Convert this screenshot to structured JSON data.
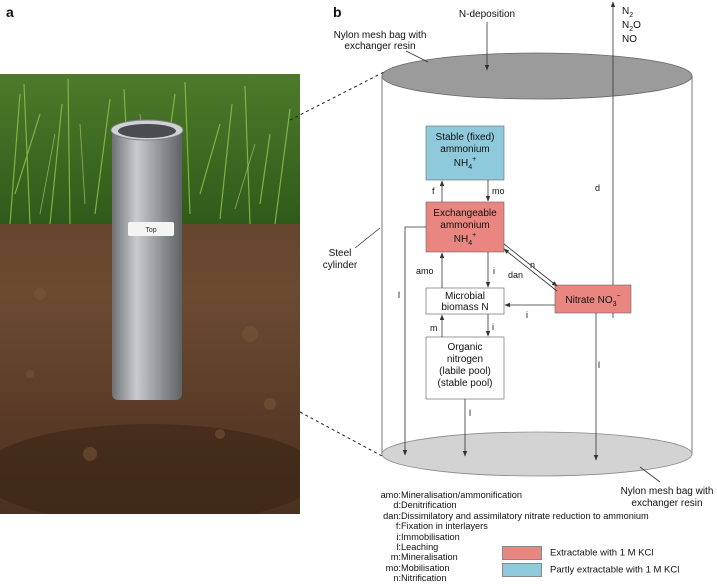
{
  "panels": {
    "a": "a",
    "b": "b"
  },
  "colors": {
    "extractable": "#e8867f",
    "partly_extractable": "#8ec9dc"
  },
  "diagram": {
    "top_bag": [
      "Nylon mesh bag with",
      "exchanger resin"
    ],
    "bottom_bag": [
      "Nylon mesh bag with",
      "exchanger resin"
    ],
    "n_deposition": "N-deposition",
    "gases": [
      "N",
      "2",
      "N",
      "2",
      "O",
      "NO"
    ],
    "steel_cylinder": [
      "Steel",
      "cylinder"
    ],
    "stable_box": [
      "Stable (fixed)",
      "ammonium",
      "NH",
      "4",
      "+"
    ],
    "exch_box": [
      "Exchangeable",
      "ammonium",
      "NH",
      "4",
      "+"
    ],
    "microbial_box": [
      "Microbial",
      "biomass N"
    ],
    "organic_box": [
      "Organic",
      "nitrogen",
      "(labile pool)",
      "(stable pool)"
    ],
    "nitrate_box": [
      "Nitrate NO",
      "3",
      "−"
    ],
    "arrow_labels": {
      "f": "f",
      "mo": "mo",
      "amo": "amo",
      "i1": "i",
      "n": "n",
      "dan": "dan",
      "i2": "i",
      "m": "m",
      "i3": "i",
      "d": "d",
      "l1": "l",
      "l2": "l",
      "l3": "l"
    }
  },
  "photo": {
    "tag": "Top"
  },
  "legend": [
    {
      "abbr": "amo:",
      "desc": "Mineralisation/ammonification"
    },
    {
      "abbr": "d:",
      "desc": "Denitrification"
    },
    {
      "abbr": "dan:",
      "desc": "Dissimilatory and assimilatory nitrate reduction to ammonium"
    },
    {
      "abbr": "f:",
      "desc": "Fixation in interlayers"
    },
    {
      "abbr": "i:",
      "desc": "Immobilisation"
    },
    {
      "abbr": "l:",
      "desc": "Leaching"
    },
    {
      "abbr": "m:",
      "desc": "Mineralisation"
    },
    {
      "abbr": "mo:",
      "desc": "Mobilisation"
    },
    {
      "abbr": "n:",
      "desc": "Nitrification"
    }
  ],
  "swatches": {
    "extractable": "Extractable with 1 M KCl",
    "partly": "Partly extractable with 1 M KCl"
  }
}
